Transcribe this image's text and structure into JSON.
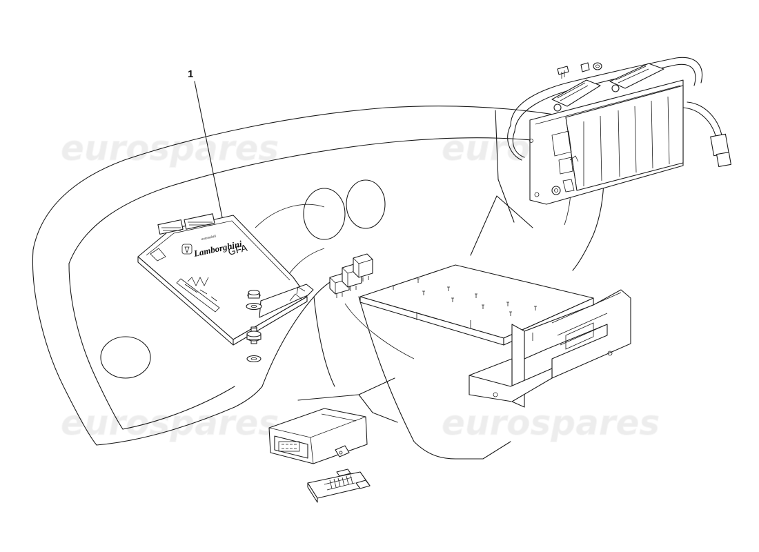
{
  "diagram": {
    "callouts": [
      {
        "id": "1",
        "label": "1"
      }
    ],
    "control_unit": {
      "brand_small": "automobili",
      "brand": "Lamborghini",
      "model": "GFA"
    },
    "watermark": {
      "text": "eurospares",
      "count": 4
    }
  }
}
